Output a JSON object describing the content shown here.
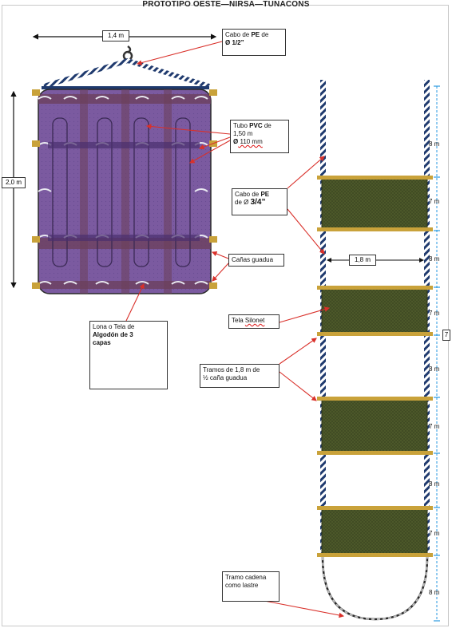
{
  "title": "PROTOTIPO OESTE—NIRSA—TUNACONS",
  "dims": {
    "width_label": "1,4 m",
    "height_label": "2,0 m",
    "ladder_width": "1,8 m",
    "segment_labels": [
      "8 m",
      "7 m",
      "8 m",
      "7 m",
      "8 m",
      "7 m",
      "8 m",
      "7 m",
      "8 m"
    ],
    "cut_label": "7"
  },
  "callouts": {
    "cabo_half": {
      "pre": "Cabo de ",
      "bold": "PE",
      "mid": " de",
      "line2": "Ø 1/2”"
    },
    "tubo_pvc": {
      "pre": "Tubo ",
      "bold": "PVC",
      "mid": " de",
      "line2": "1,50 m",
      "line3_bold": "Ø",
      "line3": " 110 mm"
    },
    "cabo_34": {
      "pre": "Cabo de ",
      "bold": "PE",
      "line2": "de Ø ",
      "line2_bold": "3/4”"
    },
    "canas": "Cañas guadua",
    "lona": {
      "line1": "Lona o Tela de",
      "line2_bold": "Algodón de 3",
      "line3_bold": "capas"
    },
    "tela": {
      "pre": "Tela ",
      "u": "Silonet"
    },
    "tramos": {
      "line1": "Tramos de 1,8 m de",
      "line2": "½ caña guadua"
    },
    "cadena": {
      "line1": "Tramo cadena",
      "line2": "como lastre"
    }
  },
  "colors": {
    "raft": "#7b5aa0",
    "raft_dark": "#5d3f80",
    "net": "#4d5a2a",
    "bamboo": "#c9a23a",
    "rope": "#1f3a6e",
    "arrow": "#d9302a",
    "dim_blue": "#2a9ae0"
  }
}
